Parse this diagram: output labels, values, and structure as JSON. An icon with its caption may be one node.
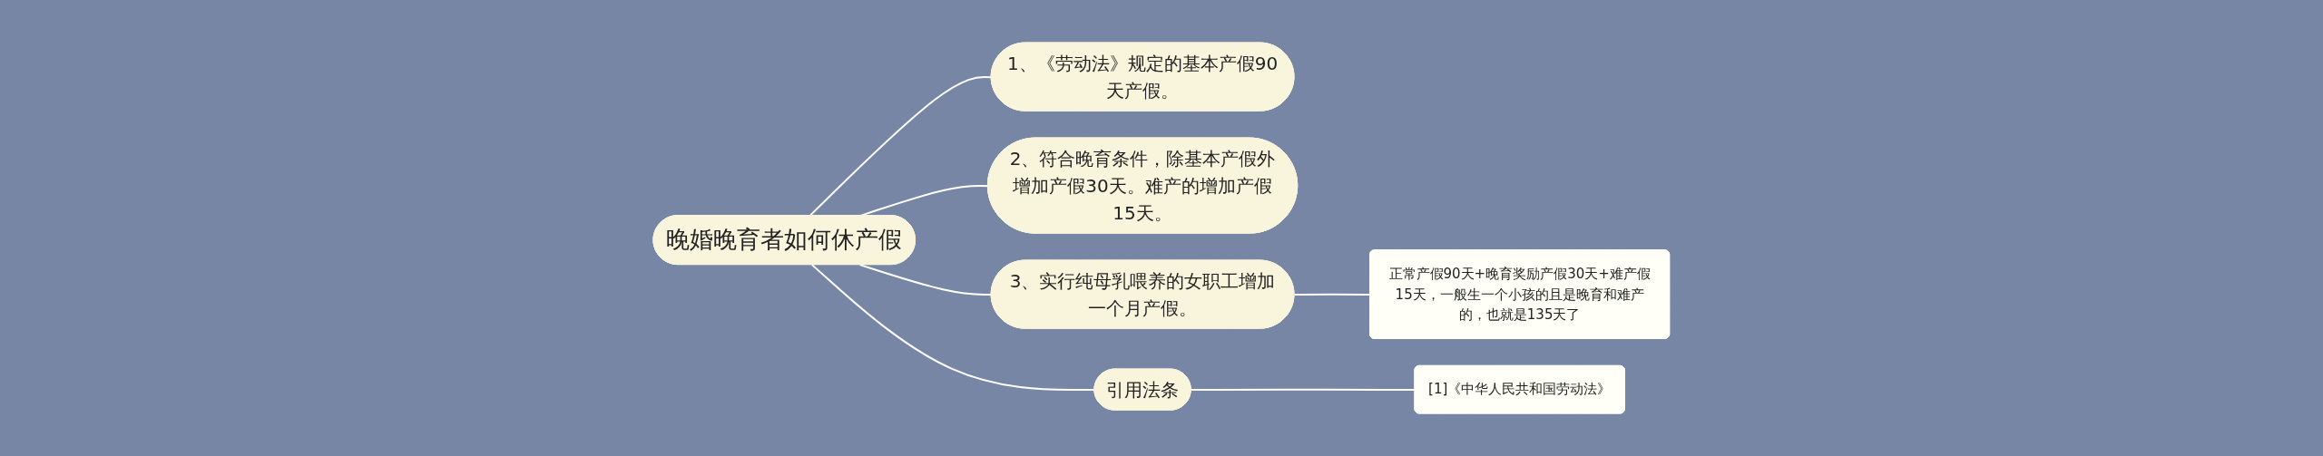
{
  "diagram": {
    "nodes": [
      {
        "text": [
          "晚婚晚育者如何休产假"
        ]
      },
      {
        "text": [
          "1、《劳动法》规定的基本产假90天产假。"
        ]
      },
      {
        "text": [
          "2、符合晚育条件，除基本产假外增加产假30天。难产的增加产假15天。"
        ]
      },
      {
        "text": [
          "3、实行纯母乳喂养的女职工增加一个月产假。"
        ]
      },
      {
        "text": [
          "正常产假90天+晚育奖励产假30天+难产假15天，一般生一个小孩的且是晚育和难产的，也就是135天了"
        ]
      },
      {
        "text": [
          "引用法条"
        ]
      },
      {
        "text": [
          "[1]《中华人民共和国劳动法》"
        ]
      }
    ],
    "edges": [
      {
        "from": 0,
        "to": 1,
        "arrow": "none"
      },
      {
        "from": 0,
        "to": 2,
        "arrow": "none"
      },
      {
        "from": 0,
        "to": 3,
        "arrow": "none"
      },
      {
        "from": 3,
        "to": 4,
        "arrow": "none"
      },
      {
        "from": 0,
        "to": 5,
        "arrow": "none"
      },
      {
        "from": 5,
        "to": 6,
        "arrow": "none"
      }
    ]
  }
}
